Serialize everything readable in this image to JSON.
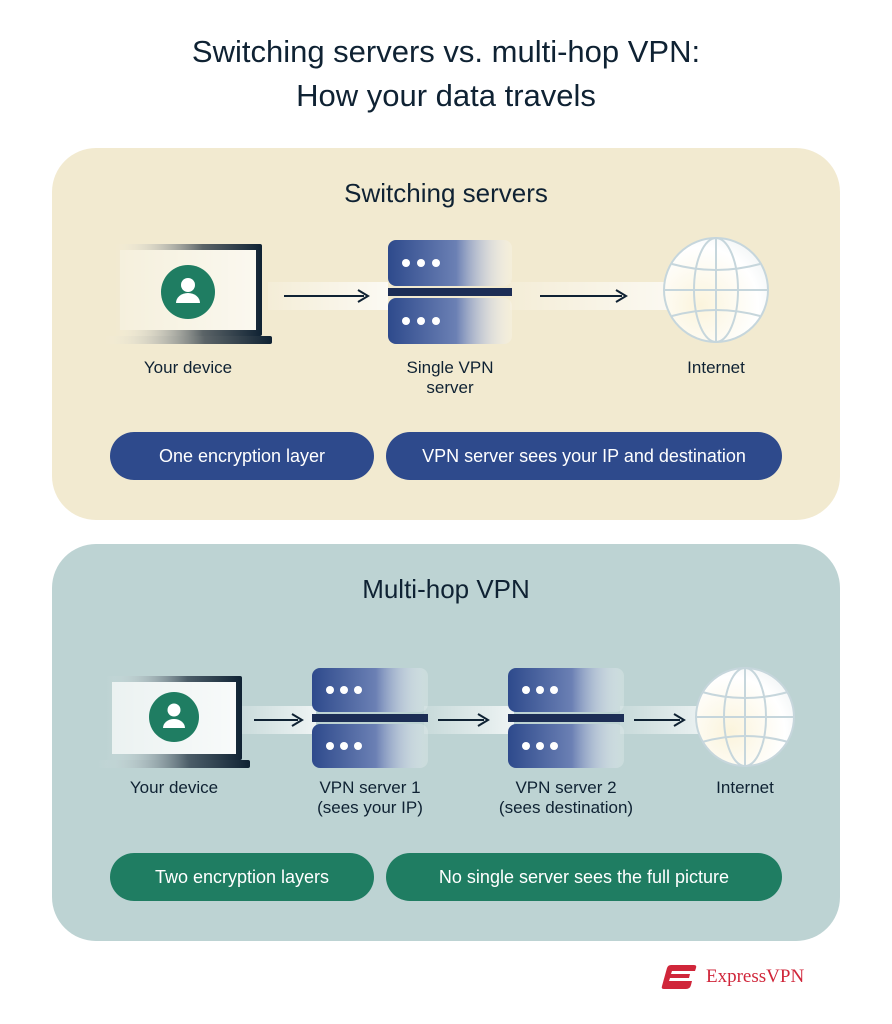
{
  "title_line1": "Switching servers vs. multi-hop VPN:",
  "title_line2": "How your data travels",
  "switching": {
    "heading": "Switching servers",
    "device_label": "Your device",
    "server_label_1": "Single VPN",
    "server_label_2": "server",
    "internet_label": "Internet",
    "pill_left": "One encryption layer",
    "pill_right": "VPN server sees your IP and destination"
  },
  "multihop": {
    "heading": "Multi-hop VPN",
    "device_label": "Your device",
    "server1_label_1": "VPN server 1",
    "server1_label_2": "(sees your IP)",
    "server2_label_1": "VPN server 2",
    "server2_label_2": "(sees destination)",
    "internet_label": "Internet",
    "pill_left": "Two encryption layers",
    "pill_right": "No single server sees the full picture"
  },
  "brand": "ExpressVPN",
  "colors": {
    "panel_top": "#f2ead0",
    "panel_bottom": "#bdd3d3",
    "pill_blue": "#2e4a8c",
    "pill_green": "#1f7d62",
    "brand_red": "#d0263a"
  }
}
